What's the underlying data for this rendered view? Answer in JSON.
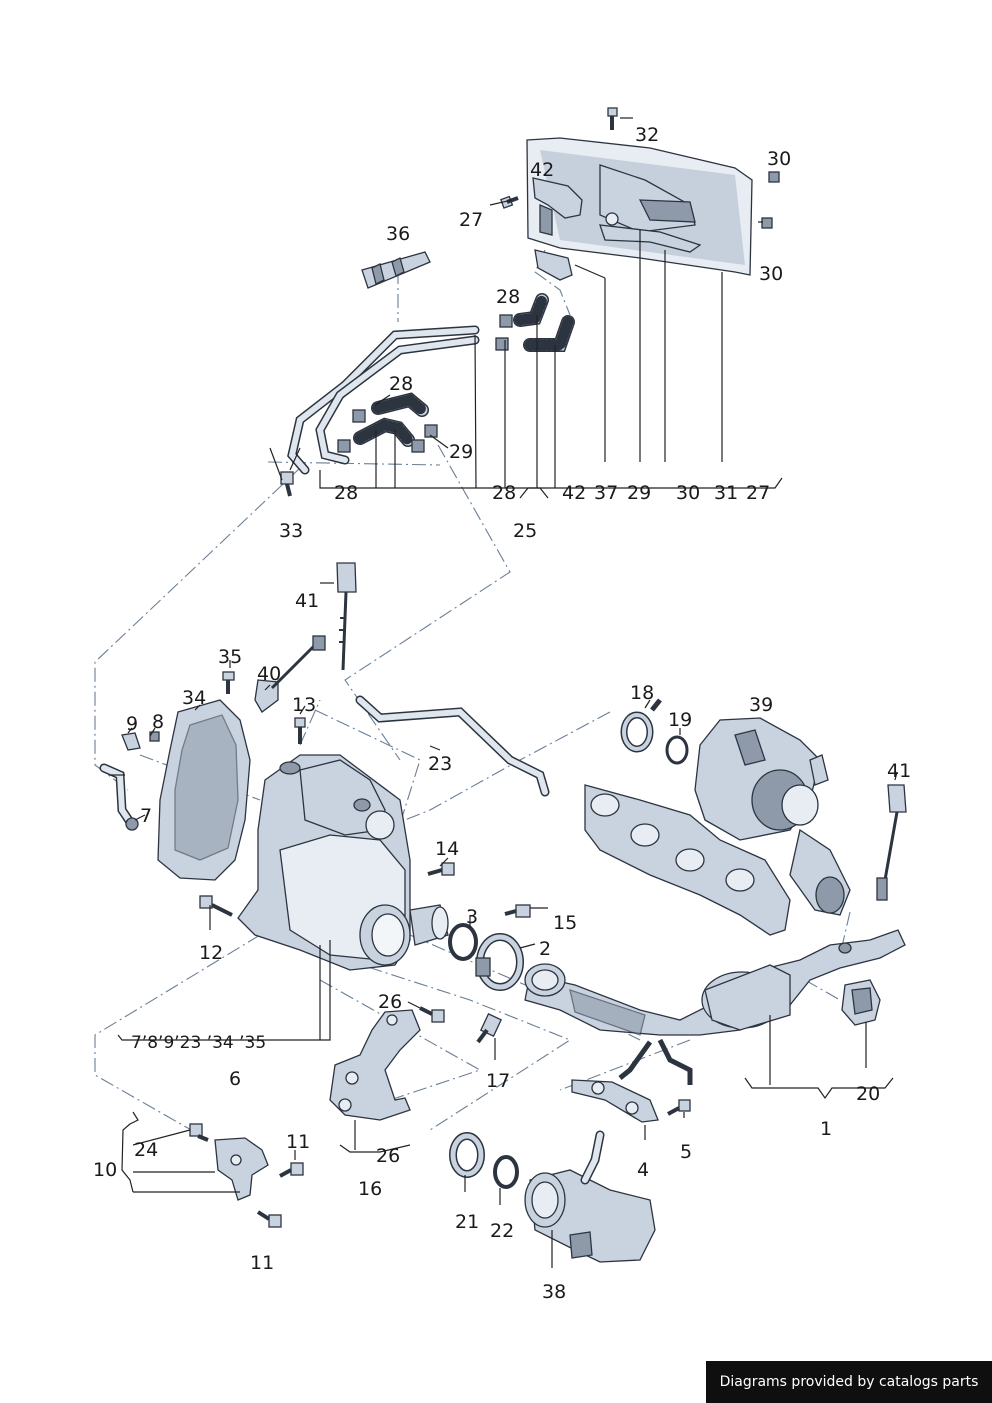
{
  "footer": {
    "credit": "Diagrams provided by catalogs parts"
  },
  "callouts": {
    "c32": "32",
    "c30a": "30",
    "c42a": "42",
    "c27a": "27",
    "c30b": "30",
    "c36": "36",
    "c28a": "28",
    "c28b": "28",
    "c29a": "29",
    "r28a": "28",
    "r28b": "28",
    "r42": "42",
    "r37": "37",
    "r29": "29",
    "r30": "30",
    "r31": "31",
    "r27": "27",
    "c33": "33",
    "c25": "25",
    "c41a": "41",
    "c35": "35",
    "c40": "40",
    "c34": "34",
    "c13": "13",
    "c9": "9",
    "c8": "8",
    "c7": "7",
    "c18": "18",
    "c19": "19",
    "c39": "39",
    "c41b": "41",
    "c23": "23",
    "c14": "14",
    "c3": "3",
    "c15": "15",
    "c2": "2",
    "c12": "12",
    "c6list": "7’8’9’23 ’34 ’35",
    "c6": "6",
    "c26a": "26",
    "c17": "17",
    "c24": "24",
    "c11a": "11",
    "c10": "10",
    "c11b": "11",
    "c26b": "26",
    "c16": "16",
    "c21": "21",
    "c22": "22",
    "c38": "38",
    "c4": "4",
    "c5": "5",
    "c20": "20",
    "c1": "1"
  }
}
